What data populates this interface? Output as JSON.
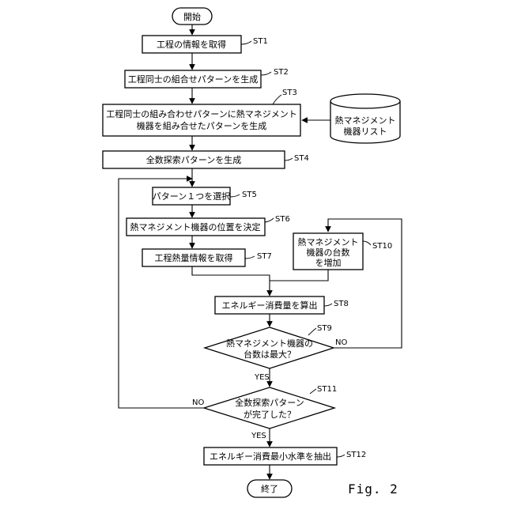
{
  "figure_label": "Fig. 2",
  "steps": {
    "start": "開始",
    "st1": {
      "text": "工程の情報を取得",
      "label": "ST1"
    },
    "st2": {
      "text": "工程同士の組合せパターンを生成",
      "label": "ST2"
    },
    "st3": {
      "line1": "工程同士の組み合わせパターンに熱マネジメント",
      "line2": "機器を組み合せたパターンを生成",
      "label": "ST3"
    },
    "db": {
      "line1": "熱マネジメント",
      "line2": "機器リスト"
    },
    "st4": {
      "text": "全数探索パターンを生成",
      "label": "ST4"
    },
    "st5": {
      "text": "パターン１つを選択",
      "label": "ST5"
    },
    "st6": {
      "text": "熱マネジメント機器の位置を決定",
      "label": "ST6"
    },
    "st7": {
      "text": "工程熱量情報を取得",
      "label": "ST7"
    },
    "st10": {
      "line1": "熱マネジメント",
      "line2": "機器の台数",
      "line3": "を増加",
      "label": "ST10"
    },
    "st8": {
      "text": "エネルギー消費量を算出",
      "label": "ST8"
    },
    "st9": {
      "line1": "熱マネジメント機器の",
      "line2": "台数は最大？",
      "label": "ST9",
      "no": "NO",
      "yes": "YES"
    },
    "st11": {
      "line1": "全数探索パターン",
      "line2": "が完了した？",
      "label": "ST11",
      "no": "NO",
      "yes": "YES"
    },
    "st12": {
      "text": "エネルギー消費最小水準を抽出",
      "label": "ST12"
    },
    "end": "終了"
  }
}
